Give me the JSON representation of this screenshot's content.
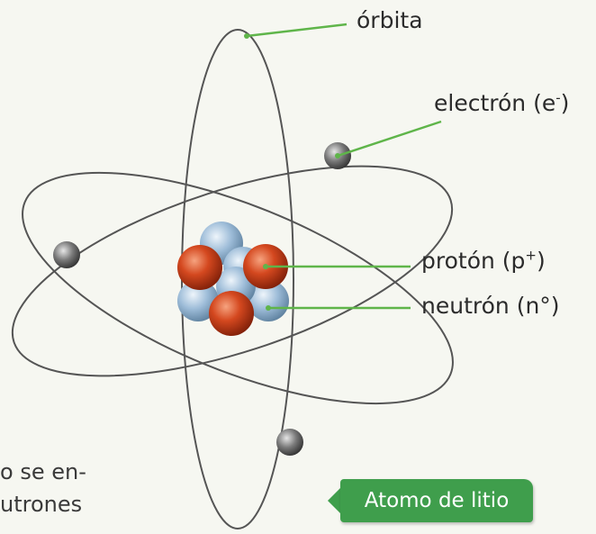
{
  "labels": {
    "orbit": "órbita",
    "electron_text": "electrón (e",
    "electron_sup": "-",
    "electron_close": ")",
    "proton_text": "protón (p",
    "proton_sup": "+",
    "proton_close": ")",
    "neutron": "neutrón (n°)"
  },
  "caption": "Atomo de litio",
  "fragment": {
    "line1": "o se en-",
    "line2": "utrones"
  },
  "colors": {
    "leader": "#5fb54a",
    "orbit": "#555555",
    "proton": "#c8401c",
    "neutron": "#8fb3d1",
    "electron": "#6b6b6b",
    "caption_bg": "#3f9e4c"
  }
}
